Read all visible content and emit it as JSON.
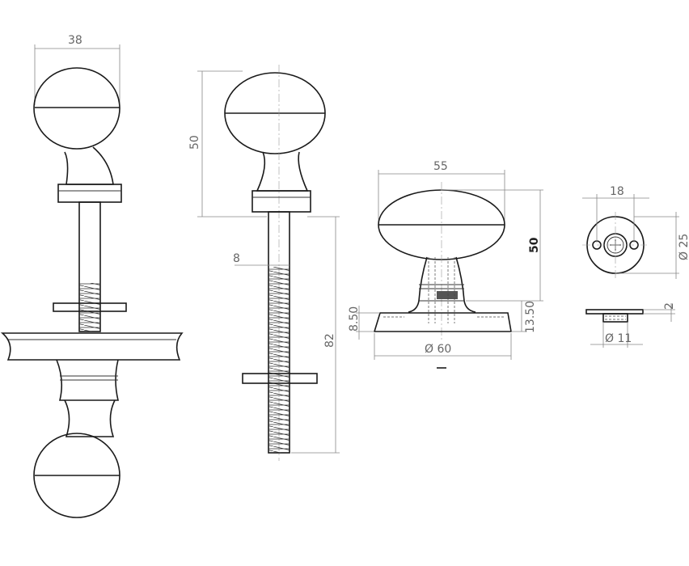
{
  "title": "Mortice knob technical drawing",
  "side_assembly": {
    "width_label": "38"
  },
  "knob_side": {
    "height_label": "50",
    "spindle_label": "8",
    "spindle_length_label": "82"
  },
  "knob_front": {
    "width_label": "55",
    "height_label": "50",
    "neck_label": "13.50",
    "rose_thickness_label": "8.50",
    "rose_diameter_label": "Ø 60"
  },
  "rose": {
    "hole_spacing_label": "18",
    "diameter_label": "Ø 25",
    "thickness_label": "2",
    "boss_diameter_label": "Ø 11"
  }
}
